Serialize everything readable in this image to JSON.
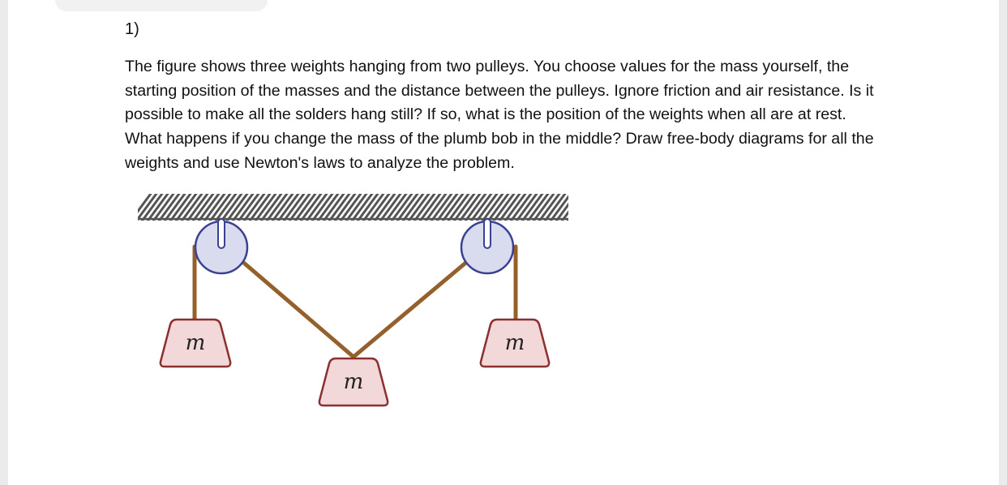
{
  "question": {
    "number": "1)",
    "text": "The figure shows three weights hanging from two pulleys. You choose values for the mass yourself, the starting position of the masses and the distance between the pulleys. Ignore friction and air resistance. Is it possible to make all the solders hang still? If so, what is the position of the weights when all are at rest. What happens if you change the mass of the plumb bob in the middle? Draw free-body diagrams for all the weights and use Newton's laws to analyze the problem."
  },
  "figure": {
    "mass_labels": {
      "left": "m",
      "middle": "m",
      "right": "m"
    },
    "colors": {
      "ceiling_hatch": "#555555",
      "rope": "#94612d",
      "pulley_fill": "#d9dcef",
      "pulley_stroke": "#3a4190",
      "mass_fill": "#f2d8d8",
      "mass_stroke": "#8c2f2f"
    }
  }
}
